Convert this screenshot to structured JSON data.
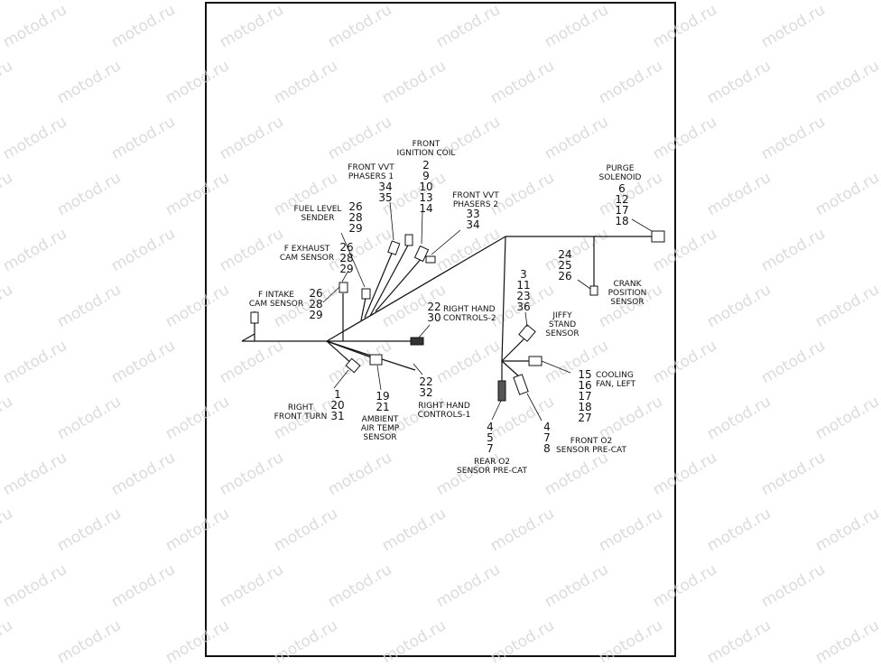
{
  "watermark_text": "motod.ru",
  "components": [
    {
      "id": "front-ignition-coil",
      "label": "FRONT\nIGNITION COIL",
      "pins": [
        "2",
        "9",
        "10",
        "13",
        "14"
      ]
    },
    {
      "id": "front-vvt-phasers-1",
      "label": "FRONT VVT\nPHASERS 1",
      "pins": [
        "34",
        "35"
      ]
    },
    {
      "id": "front-vvt-phasers-2",
      "label": "FRONT VVT\nPHASERS 2",
      "pins": [
        "33",
        "34"
      ]
    },
    {
      "id": "fuel-level-sender",
      "label": "FUEL LEVEL\nSENDER",
      "pins": [
        "26",
        "28",
        "29"
      ]
    },
    {
      "id": "f-exhaust-cam-sensor",
      "label": "F EXHAUST\nCAM SENSOR",
      "pins": [
        "26",
        "28",
        "29"
      ]
    },
    {
      "id": "f-intake-cam-sensor",
      "label": "F INTAKE\nCAM SENSOR",
      "pins": [
        "26",
        "28",
        "29"
      ]
    },
    {
      "id": "purge-solenoid",
      "label": "PURGE\nSOLENOID",
      "pins": [
        "6",
        "12",
        "17",
        "18"
      ]
    },
    {
      "id": "crank-position-sensor",
      "label": "CRANK\nPOSITION\nSENSOR",
      "pins": [
        "24",
        "25",
        "26"
      ]
    },
    {
      "id": "jiffy-stand-sensor",
      "label": "JIFFY\nSTAND\nSENSOR",
      "pins": [
        "3",
        "11",
        "23",
        "36"
      ]
    },
    {
      "id": "right-hand-controls-2",
      "label": "RIGHT HAND\nCONTROLS-2",
      "pins": [
        "22",
        "30"
      ]
    },
    {
      "id": "right-hand-controls-1",
      "label": "RIGHT HAND\nCONTROLS-1",
      "pins": [
        "22",
        "32"
      ]
    },
    {
      "id": "right-front-turn",
      "label": "RIGHT\nFRONT TURN",
      "pins": [
        "1",
        "20",
        "31"
      ]
    },
    {
      "id": "ambient-air-temp-sensor",
      "label": "AMBIENT\nAIR TEMP\nSENSOR",
      "pins": [
        "19",
        "21"
      ]
    },
    {
      "id": "cooling-fan-left",
      "label": "COOLING\nFAN, LEFT",
      "pins": [
        "15",
        "16",
        "17",
        "18",
        "27"
      ]
    },
    {
      "id": "rear-o2-sensor-pre-cat",
      "label": "REAR O2\nSENSOR PRE-CAT",
      "pins": [
        "4",
        "5",
        "7"
      ]
    },
    {
      "id": "front-o2-sensor-pre-cat",
      "label": "FRONT O2\nSENSOR PRE-CAT",
      "pins": [
        "4",
        "7",
        "8"
      ]
    }
  ]
}
